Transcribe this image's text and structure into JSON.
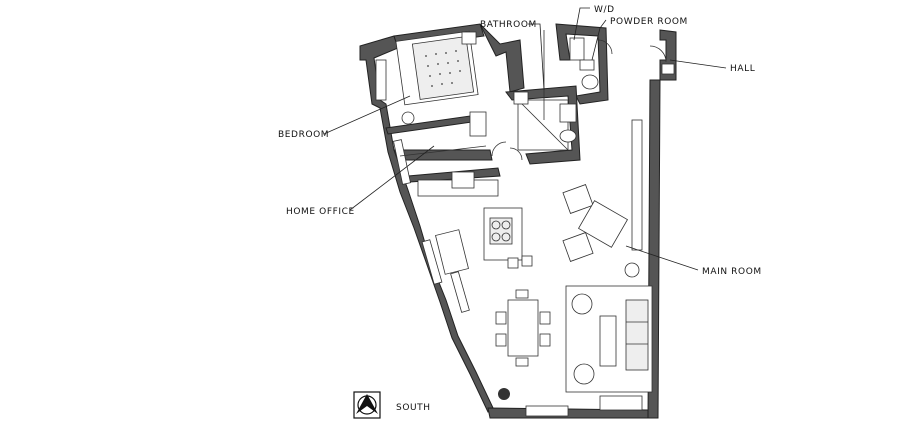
{
  "labels": {
    "bathroom": "BATHROOM",
    "wd": "W/D",
    "powder_room": "POWDER ROOM",
    "hall": "HALL",
    "bedroom": "BEDROOM",
    "home_office": "HOME OFFICE",
    "main_room": "MAIN ROOM",
    "south": "SOUTH"
  }
}
